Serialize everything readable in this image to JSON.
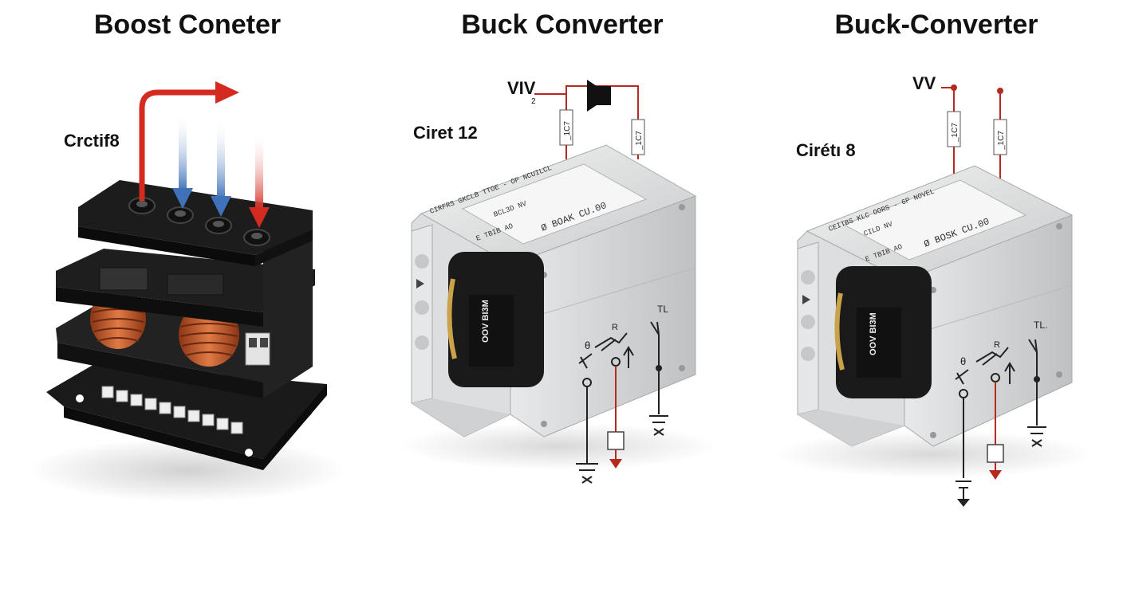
{
  "panels": [
    {
      "title": "Boost Coneter",
      "circuit_label": "Crctif8",
      "type": "boost"
    },
    {
      "title": "Buck Converter",
      "circuit_label": "Ciret 12",
      "vin_label": "VIV",
      "vin_sub": "2",
      "resistor_label": "_1C7",
      "plate_line1": "CIRFRS GKCLB TTOE - OP NCUILCL",
      "plate_line2": "BCL3D NV",
      "plate_line3": "Ø BOAK CU.00",
      "plate_line4": "E TBIB AO",
      "chip_text": "OOV BI3M",
      "sym_theta": "θ",
      "sym_r": "R",
      "sym_tl": "TL"
    },
    {
      "title": "Buck-Converter",
      "circuit_label": "Cirétı 8",
      "vin_label": "VV",
      "resistor_label": "_1C7",
      "plate_line1": "CEITBS KLC OORS - 6P NOVEL",
      "plate_line2": "CILD NV",
      "plate_line3": "Ø BOSK CU.00",
      "plate_line4": "E TBIB AO",
      "chip_text": "OOV BI3M",
      "sym_theta": "θ",
      "sym_r": "R",
      "sym_tl": "TL."
    }
  ],
  "colors": {
    "red": "#d42a1f",
    "blue": "#3f72b8",
    "copper": "#c8582a",
    "metal": "#d9dbdc",
    "dark": "#1b1b1b"
  }
}
